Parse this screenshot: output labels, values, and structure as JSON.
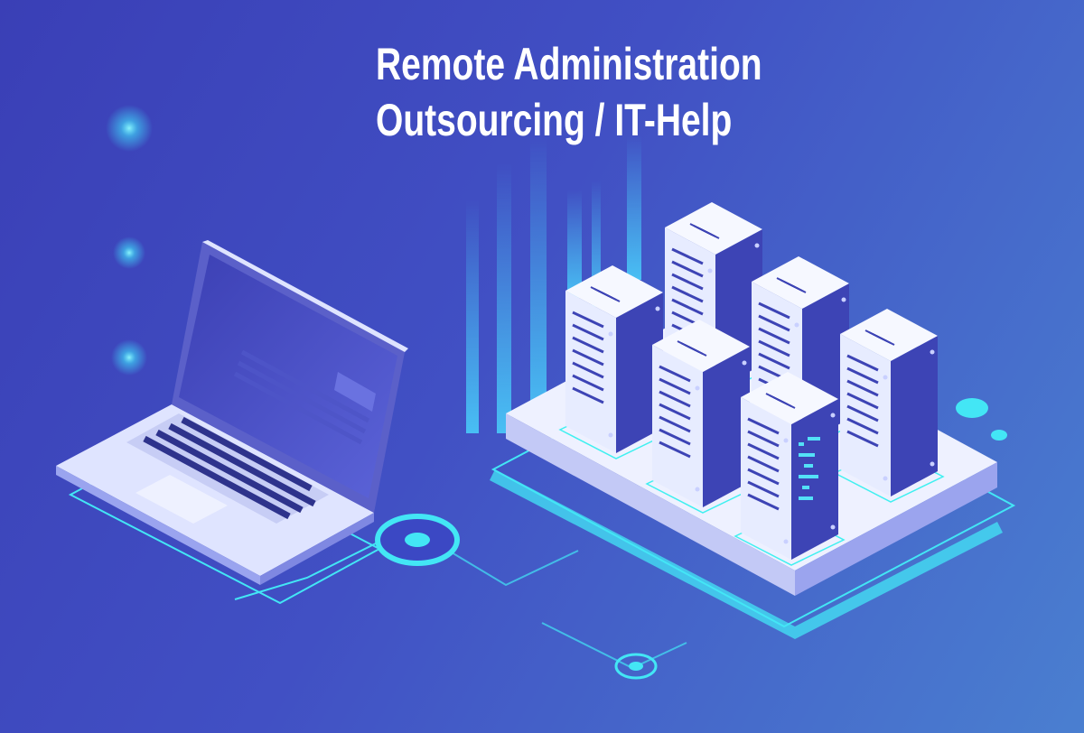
{
  "headline": {
    "line1": "Remote Administration",
    "line2": "Outsourcing / IT-Help"
  },
  "colors": {
    "background_left": "#3a3fb6",
    "background_right": "#4a7fd0",
    "accent_cyan": "#3ff0f0",
    "server_face": "#e7ecff",
    "server_side": "#3d44b5",
    "platform_top": "#eef1ff"
  },
  "illustration": {
    "laptop_icon": "laptop-icon",
    "server_icon": "server-tower-icon",
    "server_count": 6,
    "connector_icon": "network-node-icon"
  }
}
